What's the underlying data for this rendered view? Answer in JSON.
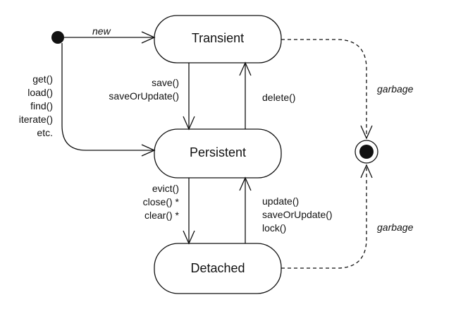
{
  "states": {
    "transient": "Transient",
    "persistent": "Persistent",
    "detached": "Detached"
  },
  "transitions": {
    "new": "new",
    "to_persistent_from_start": [
      "get()",
      "load()",
      "find()",
      "iterate()",
      "etc."
    ],
    "transient_to_persistent": [
      "save()",
      "saveOrUpdate()"
    ],
    "persistent_to_transient": [
      "delete()"
    ],
    "persistent_to_detached": [
      "evict()",
      "close() *",
      "clear() *"
    ],
    "detached_to_persistent": [
      "update()",
      "saveOrUpdate()",
      "lock()"
    ],
    "garbage_top": "garbage",
    "garbage_bottom": "garbage"
  },
  "icons": {
    "initial": "initial-state-icon",
    "final": "final-state-icon"
  }
}
